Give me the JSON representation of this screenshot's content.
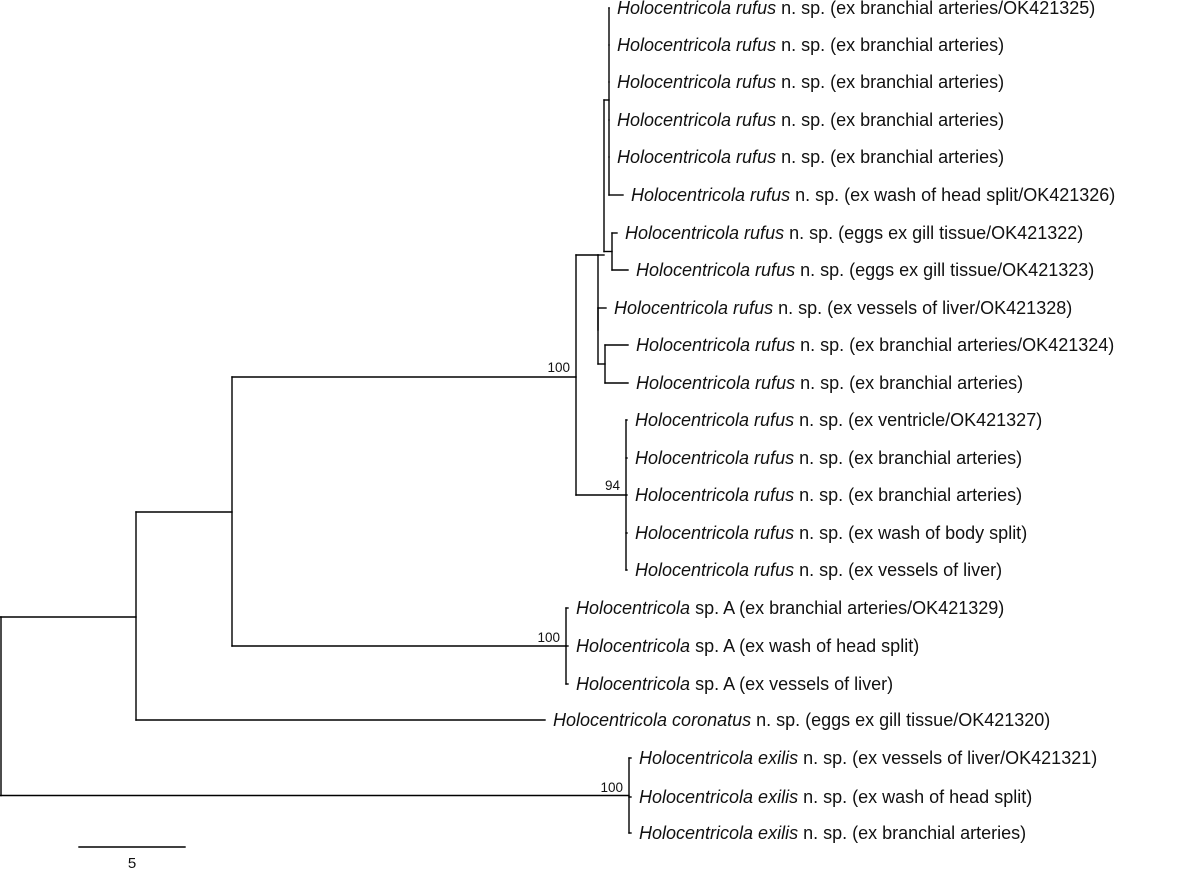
{
  "tree": {
    "type": "phylogram",
    "taxa": [
      {
        "id": "t1",
        "genus": "Holocentricola rufus",
        "rest": " n. sp. (ex branchial arteries/OK421325)"
      },
      {
        "id": "t2",
        "genus": "Holocentricola rufus",
        "rest": " n. sp. (ex branchial arteries)"
      },
      {
        "id": "t3",
        "genus": "Holocentricola rufus",
        "rest": " n. sp. (ex branchial arteries)"
      },
      {
        "id": "t4",
        "genus": "Holocentricola rufus",
        "rest": " n. sp. (ex branchial arteries)"
      },
      {
        "id": "t5",
        "genus": "Holocentricola rufus",
        "rest": " n. sp. (ex branchial arteries)"
      },
      {
        "id": "t6",
        "genus": "Holocentricola rufus",
        "rest": " n. sp. (ex wash of head split/OK421326)"
      },
      {
        "id": "t7",
        "genus": "Holocentricola rufus",
        "rest": " n. sp. (eggs ex gill tissue/OK421322)"
      },
      {
        "id": "t8",
        "genus": "Holocentricola rufus",
        "rest": " n. sp. (eggs ex gill tissue/OK421323)"
      },
      {
        "id": "t9",
        "genus": "Holocentricola rufus",
        "rest": " n. sp. (ex vessels of liver/OK421328)"
      },
      {
        "id": "t10",
        "genus": "Holocentricola rufus",
        "rest": " n. sp. (ex branchial arteries/OK421324)"
      },
      {
        "id": "t11",
        "genus": "Holocentricola rufus",
        "rest": " n. sp. (ex branchial arteries)"
      },
      {
        "id": "t12",
        "genus": "Holocentricola rufus",
        "rest": " n. sp. (ex ventricle/OK421327)"
      },
      {
        "id": "t13",
        "genus": "Holocentricola rufus",
        "rest": " n. sp. (ex branchial arteries)"
      },
      {
        "id": "t14",
        "genus": "Holocentricola rufus",
        "rest": " n. sp. (ex branchial arteries)"
      },
      {
        "id": "t15",
        "genus": "Holocentricola rufus",
        "rest": " n. sp. (ex wash of body split)"
      },
      {
        "id": "t16",
        "genus": "Holocentricola rufus",
        "rest": " n. sp. (ex vessels of liver)"
      },
      {
        "id": "t17",
        "genus": "Holocentricola",
        "rest": " sp. A (ex branchial arteries/OK421329)"
      },
      {
        "id": "t18",
        "genus": "Holocentricola",
        "rest": " sp. A (ex wash of head split)"
      },
      {
        "id": "t19",
        "genus": "Holocentricola",
        "rest": " sp. A (ex vessels of liver)"
      },
      {
        "id": "t20",
        "genus": "Holocentricola coronatus",
        "rest": " n. sp. (eggs ex gill tissue/OK421320)"
      },
      {
        "id": "t21",
        "genus": "Holocentricola exilis",
        "rest": " n. sp. (ex vessels of liver/OK421321)"
      },
      {
        "id": "t22",
        "genus": "Holocentricola exilis",
        "rest": " n. sp. (ex wash of head split)"
      },
      {
        "id": "t23",
        "genus": "Holocentricola exilis",
        "rest": " n. sp. (ex branchial arteries)"
      }
    ],
    "support_values": [
      {
        "node": "rufus-clade",
        "value": "100"
      },
      {
        "node": "rufus-subclade",
        "value": "94"
      },
      {
        "node": "sp-a-clade",
        "value": "100"
      },
      {
        "node": "exilis-clade",
        "value": "100"
      }
    ],
    "scale_bar": {
      "length": 5,
      "label": "5"
    }
  }
}
